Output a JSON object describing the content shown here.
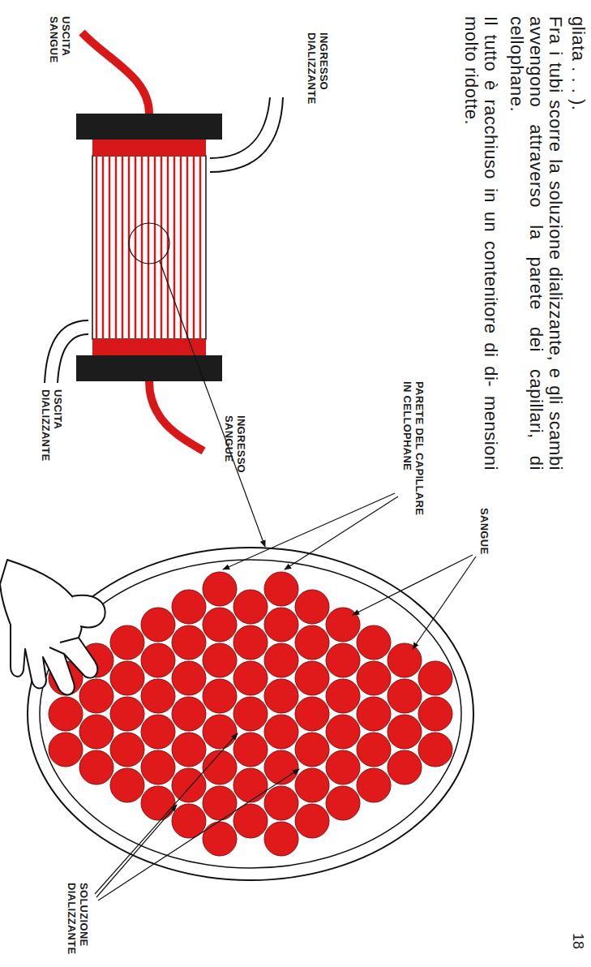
{
  "diagram": {
    "labels": [
      "gliata . . . ).",
      "Fra i tubi scorre la soluzione dializzante, e gli scambi avvengono attraverso la parete dei capillari, di cellophane.",
      "Il tutto è racchiuso in un contenitore di di- mensioni molto ridotte.",
      "USCITA SANGUE",
      "INGRESSO DIALIZZANTE",
      "USCITA DIALIZZANTE",
      "INGRESSO SANGUE",
      "PARETE DEL CAPILLARE IN CELLOPHANE",
      "SANGUE",
      "SOLUZIONE DIALIZZANTE",
      "18"
    ]
  }
}
